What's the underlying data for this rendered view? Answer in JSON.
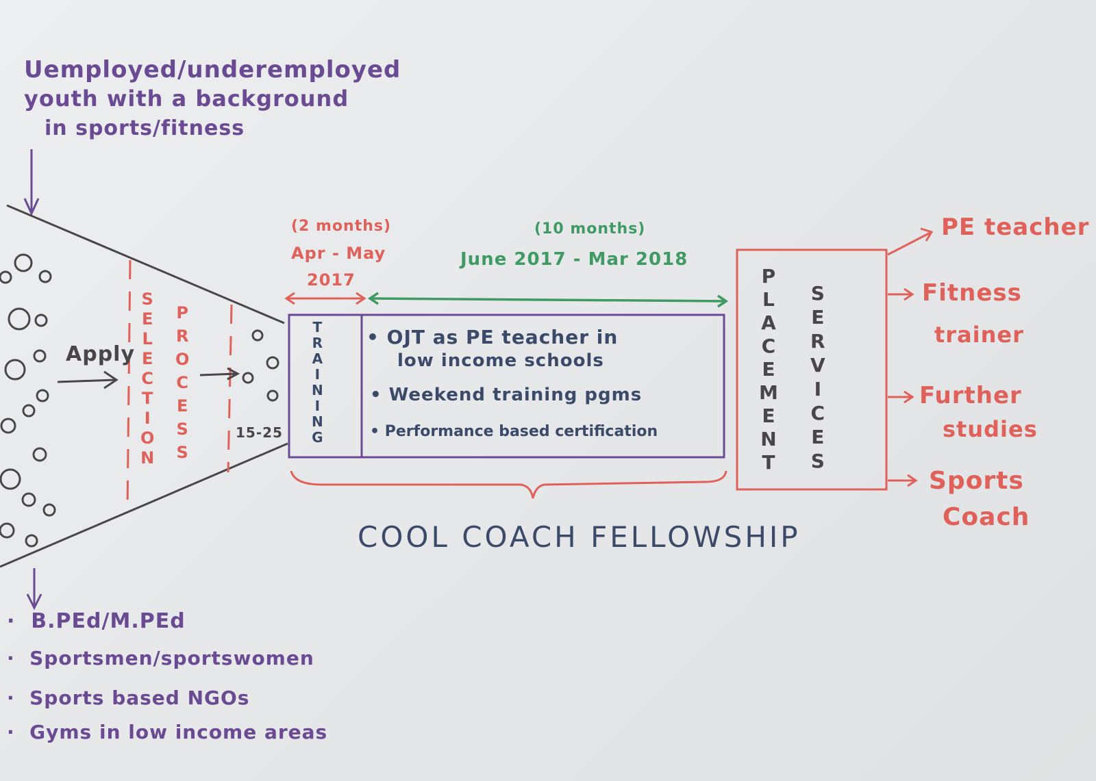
{
  "title": "COOL COACH FELLOWSHIP",
  "target_group": {
    "text_lines": [
      "Uemployed/underemployed",
      "youth with a background",
      "in sports/fitness"
    ]
  },
  "funnel": {
    "apply_label": "Apply",
    "selection_label": "SELECTION",
    "process_label": "PROCESS",
    "selected_count": "15-25"
  },
  "sources": {
    "items": [
      "B.PEd/M.PEd",
      "Sportsmen/sportswomen",
      "Sports based NGOs",
      "Gyms in low income areas"
    ]
  },
  "training_phase": {
    "duration": "(2 months)",
    "period": "Apr - May",
    "year": "2017",
    "label": "TRAINING"
  },
  "fellowship_phase": {
    "duration": "(10 months)",
    "period": "June 2017 - Mar 2018",
    "activities": [
      "OJT as PE teacher in",
      "low income schools",
      "Weekend training pgms",
      "Performance based certification"
    ]
  },
  "placement": {
    "label_left": "PLACEMENT",
    "label_right": "SERVICES",
    "outcomes": [
      "PE teacher",
      "Fitness",
      "trainer",
      "Further",
      "studies",
      "Sports",
      "Coach"
    ]
  },
  "colors": {
    "purple": "#6a4a92",
    "red": "#e0605a",
    "green": "#3f9a63",
    "navy": "#3c4a6a",
    "gray": "#4a4548"
  }
}
